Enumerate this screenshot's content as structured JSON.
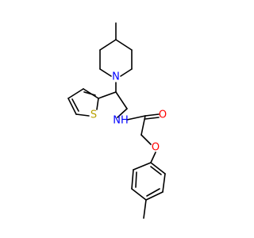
{
  "colors": {
    "background": "#ffffff",
    "bond": "#000000",
    "nitrogen": "#0000ff",
    "oxygen": "#ff0000",
    "sulfur": "#b8a000"
  },
  "atom_labels": {
    "piperidine_nitrogen": "N",
    "thiophene_sulfur": "S",
    "amide_nitrogen": "NH",
    "carbonyl_oxygen": "O",
    "ether_oxygen": "O"
  }
}
